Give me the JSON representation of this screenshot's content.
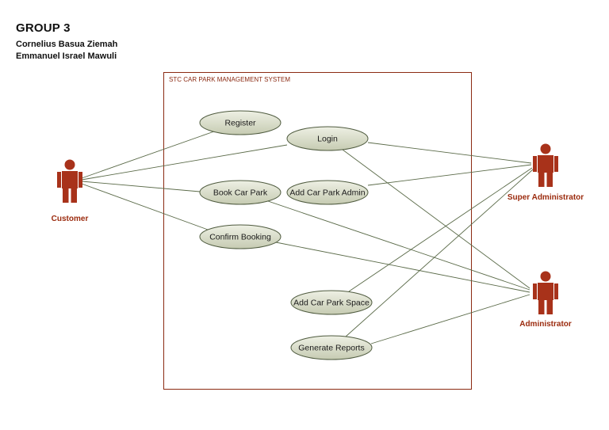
{
  "header": {
    "title": "GROUP 3",
    "members": [
      "Cornelius Basua Ziemah",
      "Emmanuel Israel Mawuli"
    ]
  },
  "system": {
    "label": "STC CAR PARK MANAGEMENT SYSTEM"
  },
  "actors": {
    "customer": "Customer",
    "super_admin": "Super Administrator",
    "admin": "Administrator"
  },
  "use_cases": {
    "register": "Register",
    "login": "Login",
    "book": "Book Car Park",
    "add_admin": "Add Car Park Admin",
    "confirm": "Confirm Booking",
    "add_space": "Add Car Park Space",
    "reports": "Generate Reports"
  },
  "colors": {
    "actor": "#a8321a",
    "system_border": "#8b2a12",
    "usecase_fill": "#d9dccb",
    "usecase_stroke": "#4e5a3e",
    "line": "#5a6a48"
  }
}
